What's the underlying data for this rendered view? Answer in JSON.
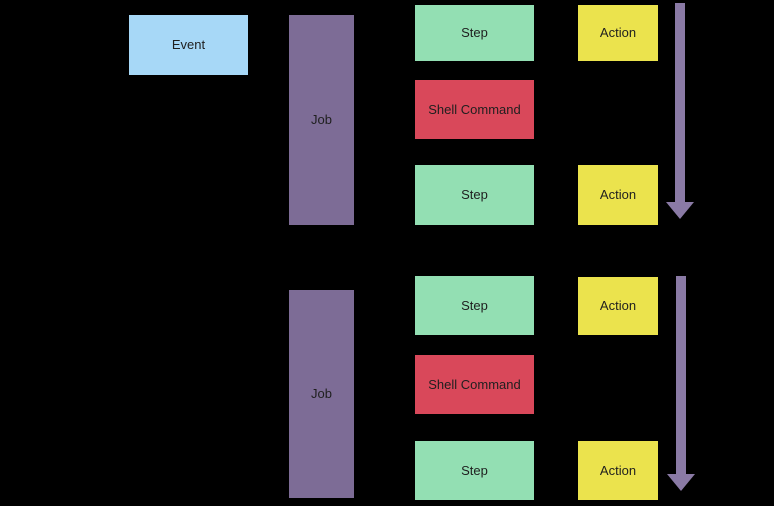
{
  "colors": {
    "background": "#000000",
    "event": "#a7d8f7",
    "job": "#7d6c96",
    "step": "#93dfb3",
    "shell_command": "#d9485a",
    "action": "#ebe34d",
    "arrow": "#8a7aa5",
    "text": "#1f1f1f"
  },
  "nodes": {
    "event": {
      "label": "Event"
    },
    "job_top": {
      "label": "Job"
    },
    "job_bottom": {
      "label": "Job"
    },
    "step_1": {
      "label": "Step"
    },
    "shell_command_1": {
      "label": "Shell Command"
    },
    "step_2": {
      "label": "Step"
    },
    "step_3": {
      "label": "Step"
    },
    "shell_command_2": {
      "label": "Shell Command"
    },
    "step_4": {
      "label": "Step"
    },
    "action_1": {
      "label": "Action"
    },
    "action_2": {
      "label": "Action"
    },
    "action_3": {
      "label": "Action"
    },
    "action_4": {
      "label": "Action"
    }
  },
  "arrows": {
    "top": {
      "direction": "down"
    },
    "bottom": {
      "direction": "down"
    }
  }
}
